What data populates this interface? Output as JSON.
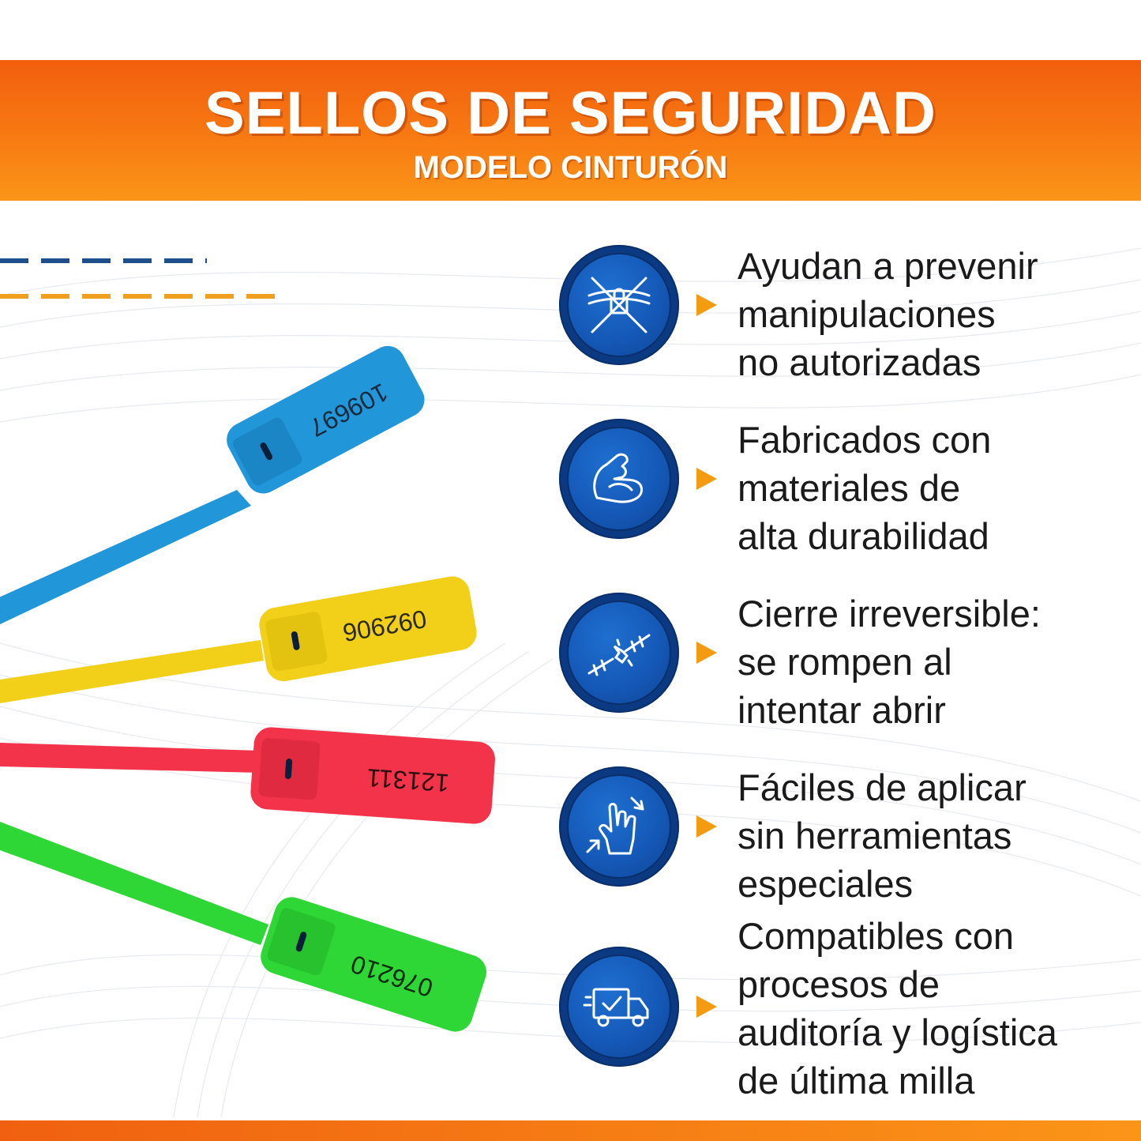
{
  "header": {
    "title": "SELLOS DE SEGURIDAD",
    "subtitle": "MODELO CINTURÓN"
  },
  "colors": {
    "banner_orange": "#f77a12",
    "icon_blue": "#1559b8",
    "arrow_orange": "#f39c12",
    "dash_blue": "#1f4e8c",
    "dash_orange": "#f0a020"
  },
  "seals": [
    {
      "color": "blue",
      "fill": "#2196d8",
      "number": "109697"
    },
    {
      "color": "yellow",
      "fill": "#f2d019",
      "number": "092906"
    },
    {
      "color": "red",
      "fill": "#f2334a",
      "number": "121311"
    },
    {
      "color": "green",
      "fill": "#2ed636",
      "number": "076210"
    }
  ],
  "features": [
    {
      "icon": "no-tamper-lock-icon",
      "lines": [
        "Ayudan a prevenir",
        "manipulaciones",
        "no autorizadas"
      ]
    },
    {
      "icon": "flexed-arm-icon",
      "lines": [
        "Fabricados con",
        "materiales de",
        "alta durabilidad"
      ]
    },
    {
      "icon": "broken-seal-icon",
      "lines": [
        "Cierre irreversible:",
        "se rompen al",
        "intentar abrir"
      ]
    },
    {
      "icon": "hand-gesture-icon",
      "lines": [
        "Fáciles de aplicar",
        "sin herramientas",
        "especiales"
      ]
    },
    {
      "icon": "delivery-truck-icon",
      "lines": [
        "Compatibles con",
        "procesos de",
        "auditoría y logística",
        "de última milla"
      ]
    }
  ]
}
